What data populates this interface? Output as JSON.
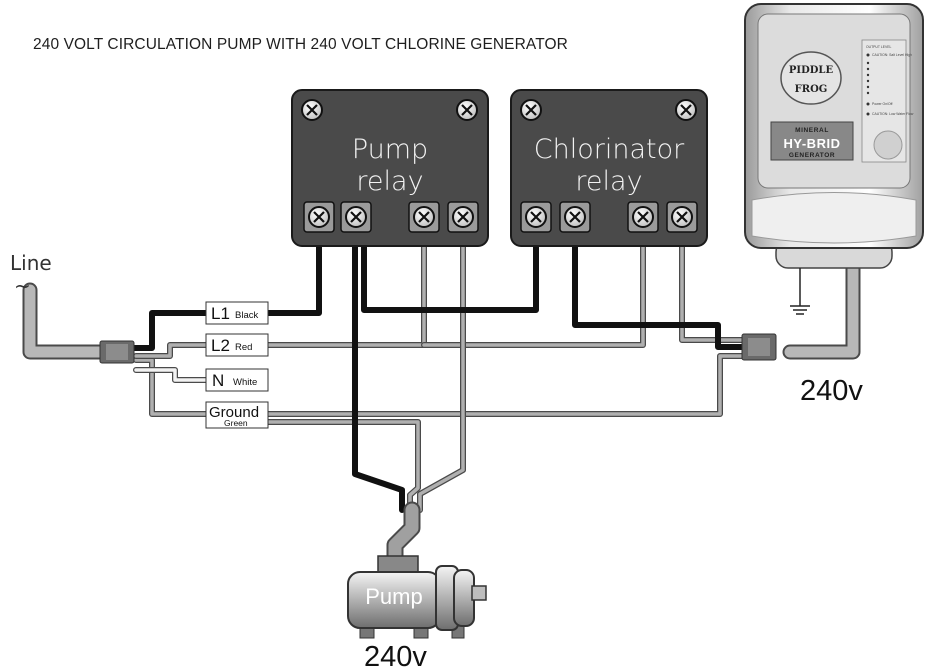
{
  "title": "240 VOLT CIRCULATION PUMP WITH 240 VOLT CHLORINE GENERATOR",
  "pump_relay": {
    "line1": "Pump",
    "line2": "relay"
  },
  "chlorinator_relay": {
    "line1": "Chlorinator",
    "line2": "relay"
  },
  "line_label": "Line",
  "line_symbol": "~",
  "wire_labels": [
    {
      "main": "L1",
      "sub": "Black"
    },
    {
      "main": "L2",
      "sub": "Red"
    },
    {
      "main": "N",
      "sub": "White"
    },
    {
      "main": "Ground",
      "sub": "Green"
    }
  ],
  "pump": {
    "label": "Pump",
    "voltage": "240v"
  },
  "generator": {
    "voltage": "240v",
    "logo_top": "PIDDLE",
    "logo_bottom": "FROG",
    "band_top": "MINERAL",
    "band_main": "HY-BRID",
    "band_bottom": "GENERATOR",
    "panel_title": "OUTPUT LEVEL",
    "panel_caution": "CAUTION: Salt Level High",
    "panel_power": "Power On/Off",
    "panel_flow": "CAUTION: Low Water Flow"
  },
  "colors": {
    "relay_body": "#4a4a4a",
    "wire_black": "#111111",
    "wire_gray": "#a8a8a8",
    "cord": "#b4b4b4"
  }
}
